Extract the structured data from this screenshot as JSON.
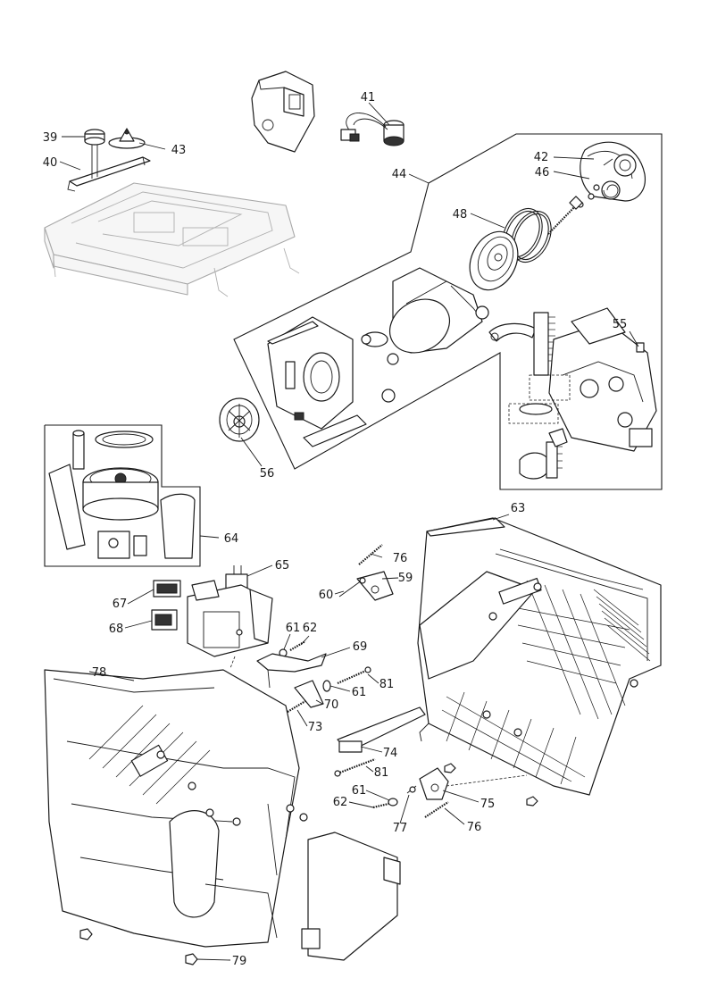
{
  "diagram": {
    "callouts": [
      "39",
      "40",
      "41",
      "43",
      "44",
      "42",
      "46",
      "48",
      "55",
      "56",
      "64",
      "63",
      "65",
      "76",
      "59",
      "60",
      "67",
      "68",
      "61",
      "62",
      "69",
      "78",
      "81",
      "61",
      "70",
      "73",
      "74",
      "81",
      "61",
      "62",
      "75",
      "77",
      "76",
      "79"
    ]
  }
}
